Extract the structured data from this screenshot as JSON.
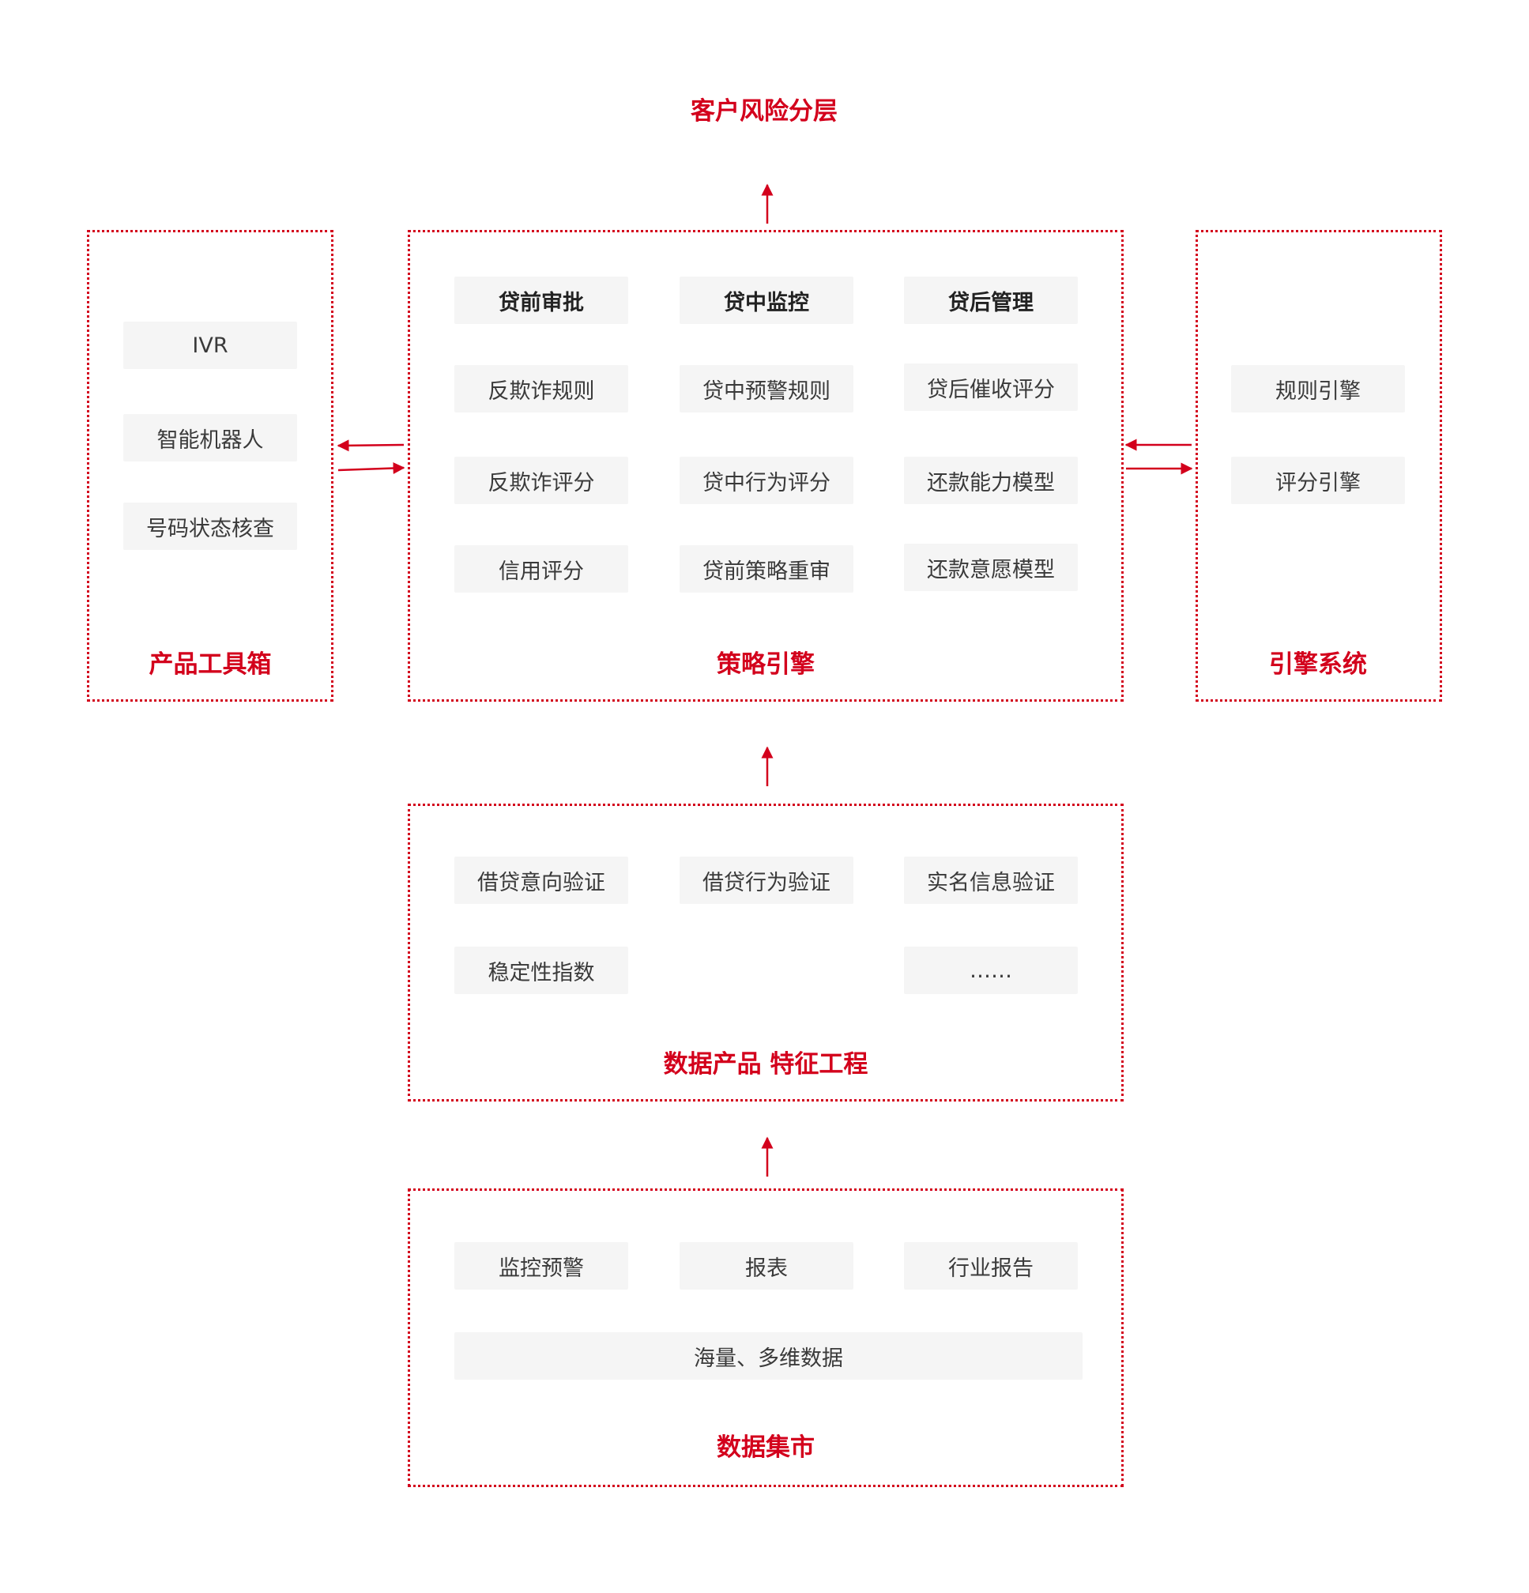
{
  "top_title": "客户风险分层",
  "toolbox": {
    "title": "产品工具箱",
    "items": [
      "IVR",
      "智能机器人",
      "号码状态核查"
    ]
  },
  "strategy": {
    "title": "策略引擎",
    "headers": [
      "贷前审批",
      "贷中监控",
      "贷后管理"
    ],
    "rows": [
      [
        "反欺诈规则",
        "贷中预警规则",
        "贷后催收评分"
      ],
      [
        "反欺诈评分",
        "贷中行为评分",
        "还款能力模型"
      ],
      [
        "信用评分",
        "贷前策略重审",
        "还款意愿模型"
      ]
    ]
  },
  "engine": {
    "title": "引擎系统",
    "items": [
      "规则引擎",
      "评分引擎"
    ]
  },
  "feature": {
    "title": "数据产品 特征工程",
    "items": [
      "借贷意向验证",
      "借贷行为验证",
      "实名信息验证",
      "稳定性指数",
      "……"
    ]
  },
  "market": {
    "title": "数据集市",
    "items": [
      "监控预警",
      "报表",
      "行业报告"
    ],
    "wide_item": "海量、多维数据"
  },
  "colors": {
    "accent": "#d3001c",
    "pill_bg": "#f5f5f5",
    "text": "#333333"
  }
}
